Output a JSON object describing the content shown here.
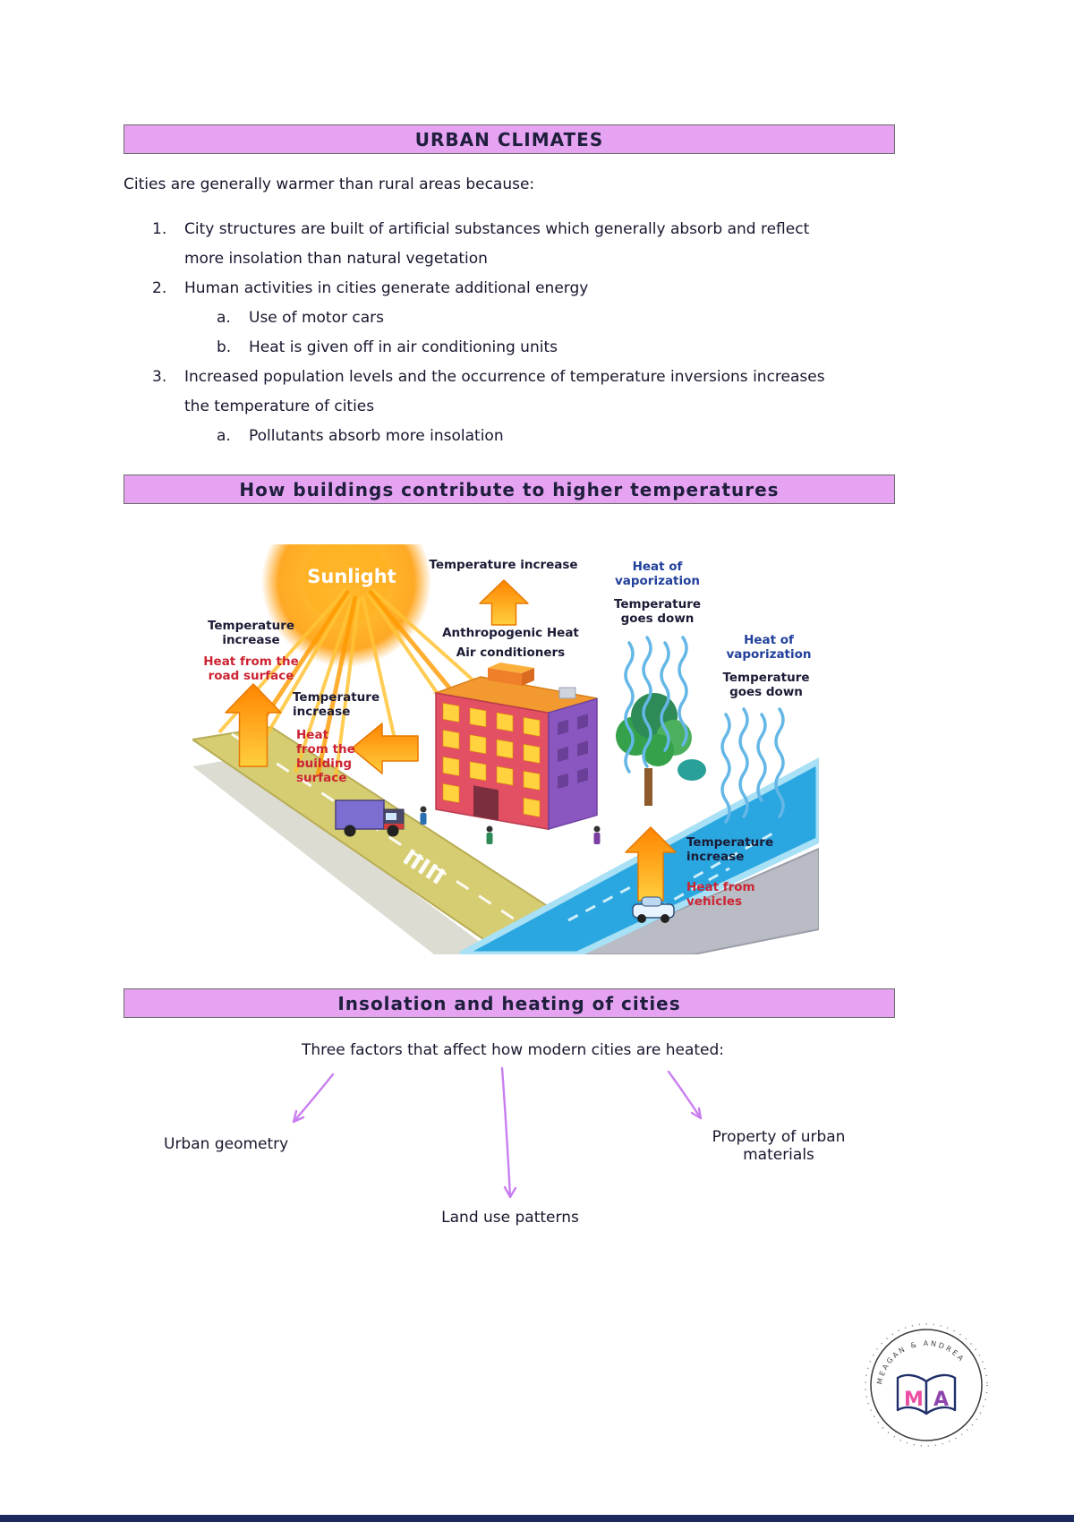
{
  "page": {
    "banner1": "URBAN CLIMATES",
    "intro": "Cities are generally warmer than rural areas because:",
    "list": [
      {
        "num": "1.",
        "text": "City structures are built of artificial substances which generally absorb and reflect more insolation than natural vegetation"
      },
      {
        "num": "2.",
        "text": "Human activities in cities generate additional energy"
      },
      {
        "num": "a.",
        "text": "Use of motor cars"
      },
      {
        "num": "b.",
        "text": "Heat is given off in air conditioning units"
      },
      {
        "num": "3.",
        "text": "Increased population levels and the occurrence of temperature inversions increases the temperature of cities"
      },
      {
        "num": "a.",
        "text": "Pollutants absorb more insolation"
      }
    ],
    "banner2": "How buildings contribute to higher temperatures",
    "banner3": "Insolation and heating of cities",
    "factors_heading": "Three factors that affect how modern cities are heated:",
    "factor_left": "Urban geometry",
    "factor_center": "Land use patterns",
    "factor_right": "Property of urban materials"
  },
  "diagram": {
    "sunlight": "Sunlight",
    "temp_increase": "Temperature increase",
    "anthropogenic_heat": "Anthropogenic Heat",
    "air_conditioners": "Air conditioners",
    "heat_of_vaporization": "Heat of vaporization",
    "temperature_goes_down": "Temperature goes down",
    "heat_from_road": "Heat from the road surface",
    "heat_from_building": "Heat from the building surface",
    "heat_from_vehicles": "Heat from vehicles"
  },
  "logo": {
    "arc_text": "MEAGAN & ANDREA",
    "letter_m": "M",
    "letter_a": "A"
  },
  "colors": {
    "banner_fill": "#e5a3f2",
    "banner_border": "#6b6b6b",
    "arrow_purple": "#c97ef0",
    "label_red": "#cc2433",
    "label_blue": "#21409b",
    "river_blue": "#2aa6e0",
    "bottom_bar": "#1d2a5e"
  }
}
